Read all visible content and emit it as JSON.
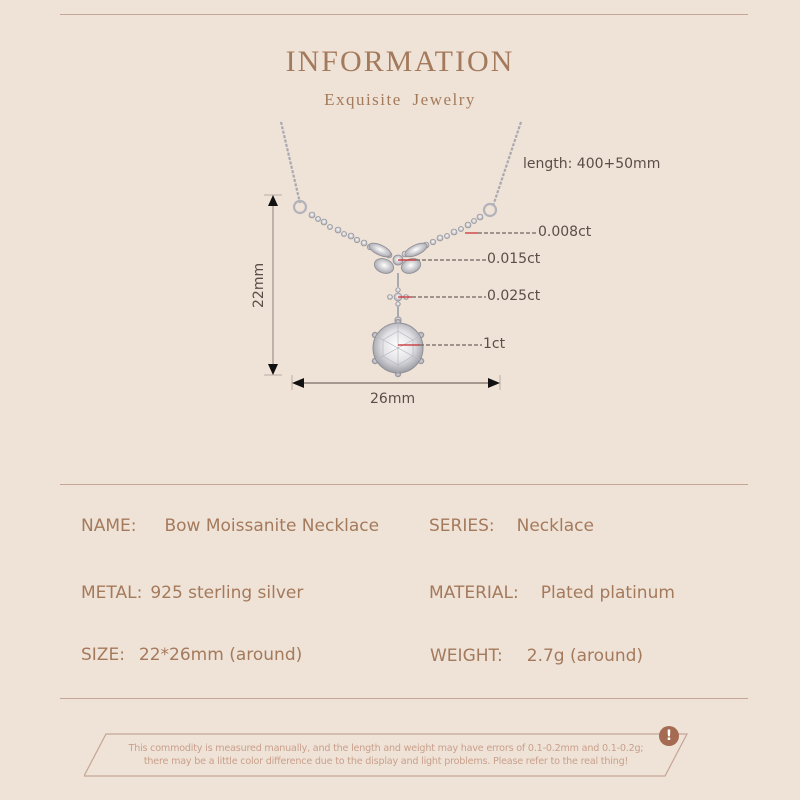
{
  "header": {
    "title": "INFORMATION",
    "subtitle": "Exquisite  Jewelry"
  },
  "diagram": {
    "length_label": "length: 400+50mm",
    "stones": [
      {
        "label": "0.008ct"
      },
      {
        "label": "0.015ct"
      },
      {
        "label": "0.025ct"
      },
      {
        "label": "1ct"
      }
    ],
    "height_label": "22mm",
    "width_label": "26mm"
  },
  "specs": {
    "name": {
      "key": "NAME:",
      "value": "Bow Moissanite Necklace"
    },
    "series": {
      "key": "SERIES:",
      "value": "Necklace"
    },
    "metal": {
      "key": "METAL:",
      "value": "925 sterling silver"
    },
    "material": {
      "key": "MATERIAL:",
      "value": "Plated platinum"
    },
    "size": {
      "key": "SIZE:",
      "value": "22*26mm (around)"
    },
    "weight": {
      "key": "WEIGHT:",
      "value": "2.7g (around)"
    }
  },
  "notice": {
    "icon": "exclamation-icon",
    "line1": "This commodity is measured manually, and the length and weight may have errors of 0.1-0.2mm and 0.1-0.2g;",
    "line2": "there may be a little color difference due to the display and light problems. Please refer to the real thing!",
    "icon_glyph": "!"
  },
  "colors": {
    "background": "#efe2d6",
    "accent_text": "#a47a5c",
    "divider": "#c4a596",
    "notice_text": "#c9a08c",
    "warning_badge": "#a46a52",
    "leader_red": "#c8282a"
  }
}
